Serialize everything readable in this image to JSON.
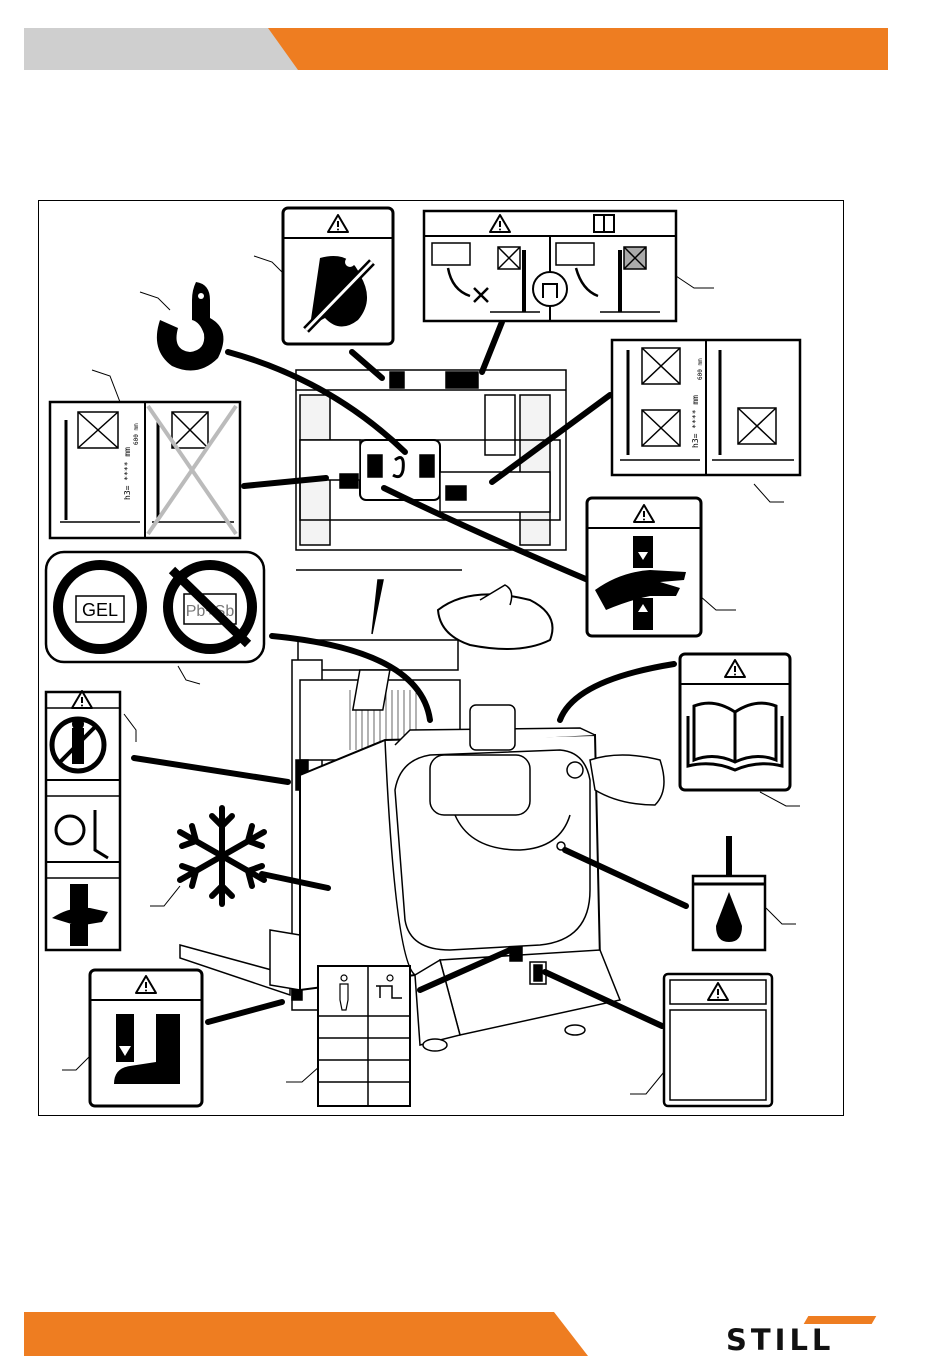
{
  "page": {
    "brand": "STILL"
  },
  "labels": {
    "gel_label": "GEL",
    "pbsb_label": "Pb+Sb",
    "capacity_text": "h3= **** mm",
    "dim_text": "600 mm",
    "warning_symbol": "!"
  },
  "icons": {
    "warning": "warning-triangle-icon",
    "manual": "book-icon",
    "cold": "snowflake-icon",
    "oil": "oil-drop-icon",
    "hook": "crane-hook-icon"
  },
  "colors": {
    "accent": "#ee7d21",
    "header_grey": "#cfcfcf",
    "ink": "#000000"
  }
}
